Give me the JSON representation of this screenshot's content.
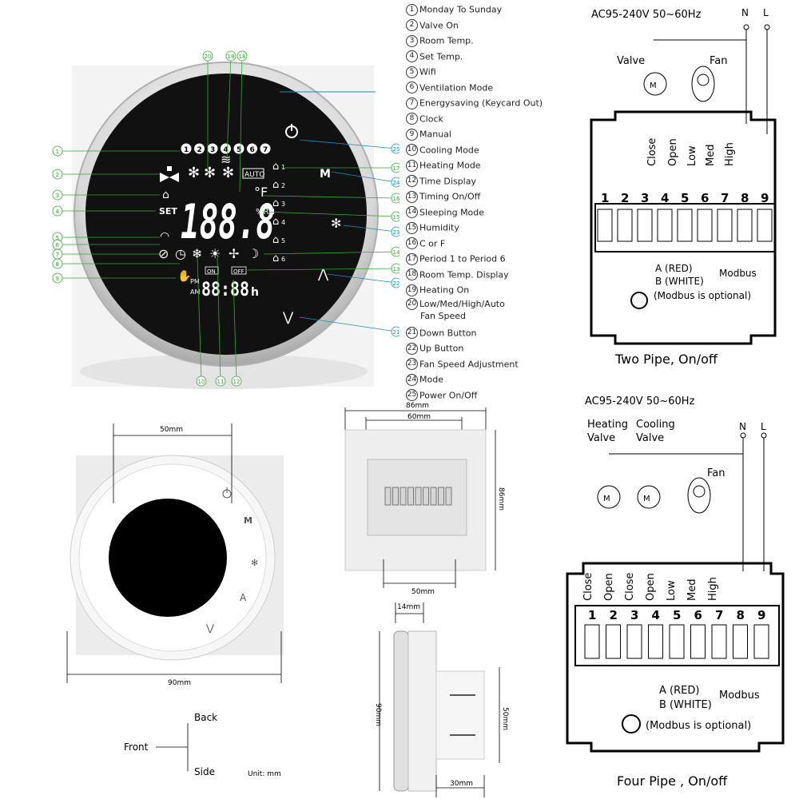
{
  "legend": [
    {
      "n": "1",
      "text": "Monday To Sunday"
    },
    {
      "n": "2",
      "text": "Valve On"
    },
    {
      "n": "3",
      "text": "Room Temp."
    },
    {
      "n": "4",
      "text": "Set Temp."
    },
    {
      "n": "5",
      "text": "Wifi"
    },
    {
      "n": "6",
      "text": "Ventilation Mode"
    },
    {
      "n": "7",
      "text": "Energysaving (Keycard Out)"
    },
    {
      "n": "8",
      "text": "Clock"
    },
    {
      "n": "9",
      "text": "Manual"
    },
    {
      "n": "10",
      "text": "Cooling Mode"
    },
    {
      "n": "11",
      "text": "Heating Mode"
    },
    {
      "n": "12",
      "text": "Time Display"
    },
    {
      "n": "13",
      "text": "Timing On/Off"
    },
    {
      "n": "14",
      "text": "Sleeping Mode"
    },
    {
      "n": "15",
      "text": "Humidity"
    },
    {
      "n": "16",
      "text": "C or F"
    },
    {
      "n": "17",
      "text": "Period 1 to Period 6"
    },
    {
      "n": "18",
      "text": "Room Temp. Display"
    },
    {
      "n": "19",
      "text": "Heating On"
    },
    {
      "n": "20",
      "text": "Low/Med/High/Auto",
      "text2": "Fan Speed"
    },
    {
      "n": "21",
      "text": "Down Button"
    },
    {
      "n": "22",
      "text": "Up Button"
    },
    {
      "n": "23",
      "text": "Fan Speed Adjustment"
    },
    {
      "n": "24",
      "text": "Mode"
    },
    {
      "n": "25",
      "text": "Power On/Off"
    }
  ],
  "display": {
    "main_digits": "188.8",
    "unit_f": "°F",
    "unit_rh": "%RH",
    "set_label": "SET",
    "auto_label": "AUTO",
    "mode_label": "M",
    "on_label": "ON",
    "off_label": "OFF",
    "pm": "PM",
    "am": "AM",
    "time_digits": "88:88",
    "time_unit": "h",
    "day_numbers": [
      "1",
      "2",
      "3",
      "4",
      "5",
      "6",
      "7"
    ],
    "period_numbers": [
      "1",
      "2",
      "3",
      "4",
      "5",
      "6"
    ],
    "left_callouts": [
      "1",
      "2",
      "3",
      "4",
      "5",
      "6",
      "7",
      "8",
      "9"
    ],
    "right_callouts": [
      "25",
      "17",
      "24",
      "16",
      "15",
      "23",
      "14",
      "13",
      "22",
      "21"
    ],
    "top_callouts": [
      "20",
      "19",
      "18"
    ],
    "bottom_callouts": [
      "10",
      "11",
      "12"
    ],
    "colors": {
      "callout": "#35a832",
      "callout_blue": "#1a8fbf",
      "screen": "#101010"
    }
  },
  "wiring_two_pipe": {
    "supply": "AC95-240V  50~60Hz",
    "n_label": "N",
    "l_label": "L",
    "valve_label": "Valve",
    "fan_label": "Fan",
    "terminal_labels": [
      "Close",
      "Open",
      "Low",
      "Med",
      "High"
    ],
    "terminal_numbers": [
      "1",
      "2",
      "3",
      "4",
      "5",
      "6",
      "7",
      "8",
      "9"
    ],
    "a_red": "A (RED)",
    "b_white": "B (WHITE)",
    "modbus": "Modbus",
    "modbus_optional": "(Modbus is optional)",
    "caption": "Two Pipe, On/off"
  },
  "wiring_four_pipe": {
    "supply": "AC95-240V  50~60Hz",
    "n_label": "N",
    "l_label": "L",
    "heating_valve": "Heating\nValve",
    "heating_label": "Heating",
    "heating_label2": "Valve",
    "cooling_label": "Cooling",
    "cooling_label2": "Valve",
    "fan_label": "Fan",
    "terminal_labels": [
      "Close",
      "Open",
      "Close",
      "Open",
      "Low",
      "Med",
      "High"
    ],
    "terminal_numbers": [
      "1",
      "2",
      "3",
      "4",
      "5",
      "6",
      "7",
      "8",
      "9"
    ],
    "a_red": "A (RED)",
    "b_white": "B (WHITE)",
    "modbus": "Modbus",
    "modbus_optional": "(Modbus is optional)",
    "caption": "Four Pipe , On/off"
  },
  "dimensions": {
    "front_width": "50mm",
    "front_total": "90mm",
    "back_width": "86mm",
    "back_inner": "60mm",
    "back_bottom": "50mm",
    "back_height": "86mm",
    "side_depth": "14mm",
    "side_height": "90mm",
    "side_inner": "50mm",
    "side_back": "30mm",
    "unit": "Unit: mm",
    "front_buttons": [
      "M",
      "A"
    ]
  },
  "orientation": {
    "back": "Back",
    "front": "Front",
    "side": "Side"
  }
}
